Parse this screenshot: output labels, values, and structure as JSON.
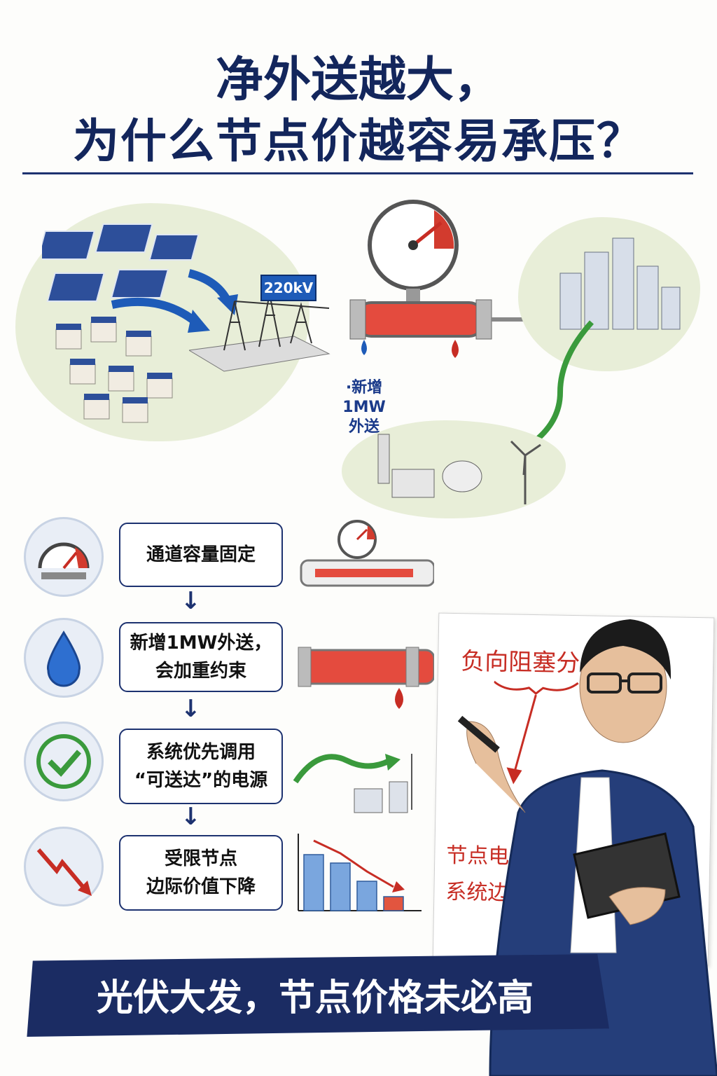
{
  "title": {
    "line1": "净外送越大，",
    "line2": "为什么节点价越容易承压？"
  },
  "diagram": {
    "voltage_label": "220kV",
    "flow_note_lines": [
      "·新增",
      "1MW",
      "外送"
    ]
  },
  "steps": [
    {
      "icon": "gauge-icon",
      "lines": [
        "通道容量固定"
      ]
    },
    {
      "icon": "water-drop-icon",
      "lines": [
        "新增1MW外送，",
        "会加重约束"
      ]
    },
    {
      "icon": "check-icon",
      "lines": [
        "系统优先调用",
        "“可送达”的电源"
      ]
    },
    {
      "icon": "falling-arrow-icon",
      "lines": [
        "受限节点",
        "边际价值下降"
      ]
    }
  ],
  "chart_data": {
    "type": "bar",
    "values": [
      4,
      3.4,
      2.1,
      1
    ],
    "ylim": [
      0,
      5
    ]
  },
  "whiteboard": {
    "top_label": "负向阻塞分量",
    "bottom_line1": "节点电价低于",
    "bottom_line2": "系统边际价格"
  },
  "banner": "光伏大发，节点价格未必高",
  "colors": {
    "navy": "#1b2c63",
    "red": "#c72d24",
    "blue": "#1e5bb8",
    "green": "#3a9a3c"
  }
}
